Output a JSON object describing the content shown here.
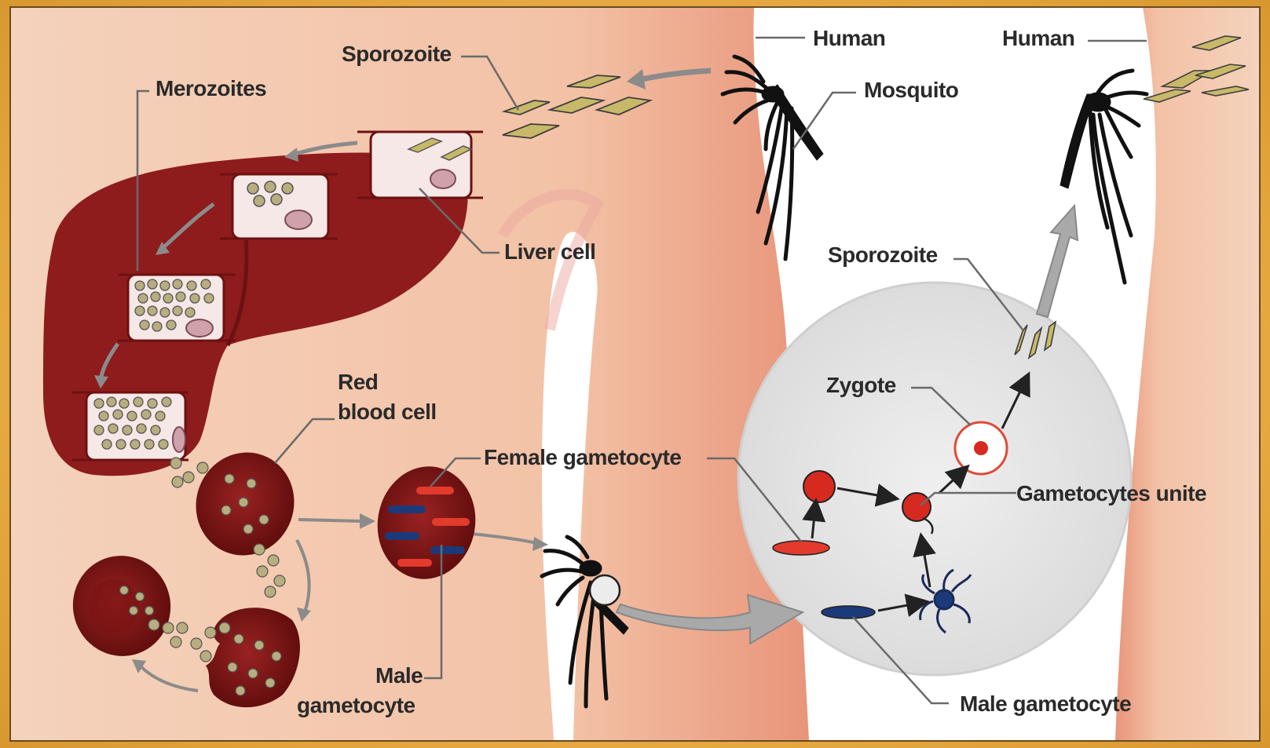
{
  "labels": {
    "human_left": "Human",
    "human_right": "Human",
    "mosquito": "Mosquito",
    "sporozoite_top": "Sporozoite",
    "merozoites": "Merozoites",
    "liver_cell": "Liver cell",
    "red_blood_cell_line1": "Red",
    "red_blood_cell_line2": "blood cell",
    "female_gametocyte": "Female gametocyte",
    "male_gametocyte_left_line1": "Male",
    "male_gametocyte_left_line2": "gametocyte",
    "sporozoite_right": "Sporozoite",
    "zygote": "Zygote",
    "gametocytes_unite": "Gametocytes unite",
    "male_gametocyte_right": "Male gametocyte"
  },
  "colors": {
    "skin": "#f6d9c4",
    "skin_edge": "#e9a98f",
    "liver": "#8e1c1c",
    "liver_dark": "#6c1111",
    "rbc": "#7f1515",
    "circle_bg": "#e6e6e6",
    "female_red": "#e23a2c",
    "male_blue": "#1c3a7a",
    "parasite": "#b9ad6a",
    "mosquito": "#111111"
  }
}
